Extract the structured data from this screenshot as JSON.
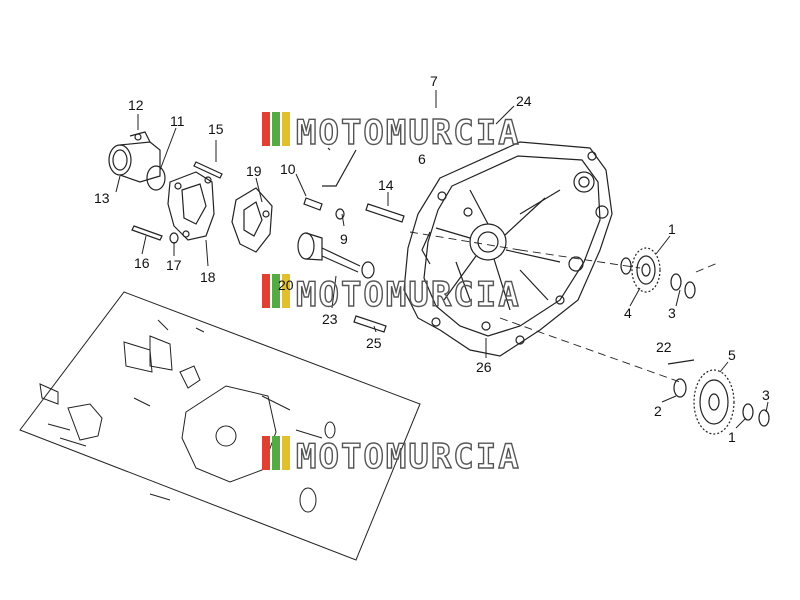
{
  "watermark": {
    "text": "MOTOMURCIA"
  },
  "callouts": {
    "c1a": "1",
    "c1b": "1",
    "c2": "2",
    "c3a": "3",
    "c3b": "3",
    "c4": "4",
    "c5": "5",
    "c6": "6",
    "c7": "7",
    "c9": "9",
    "c10": "10",
    "c11": "11",
    "c12": "12",
    "c13": "13",
    "c14": "14",
    "c15": "15",
    "c16": "16",
    "c17": "17",
    "c18": "18",
    "c19": "19",
    "c20": "20",
    "c22": "22",
    "c23": "23",
    "c24": "24",
    "c25": "25",
    "c26": "26"
  },
  "colors": {
    "line": "#222222",
    "watermark_outline": "#555555",
    "stripe_red": "#e04030",
    "stripe_green": "#55aa44",
    "stripe_yellow": "#e0c030"
  }
}
